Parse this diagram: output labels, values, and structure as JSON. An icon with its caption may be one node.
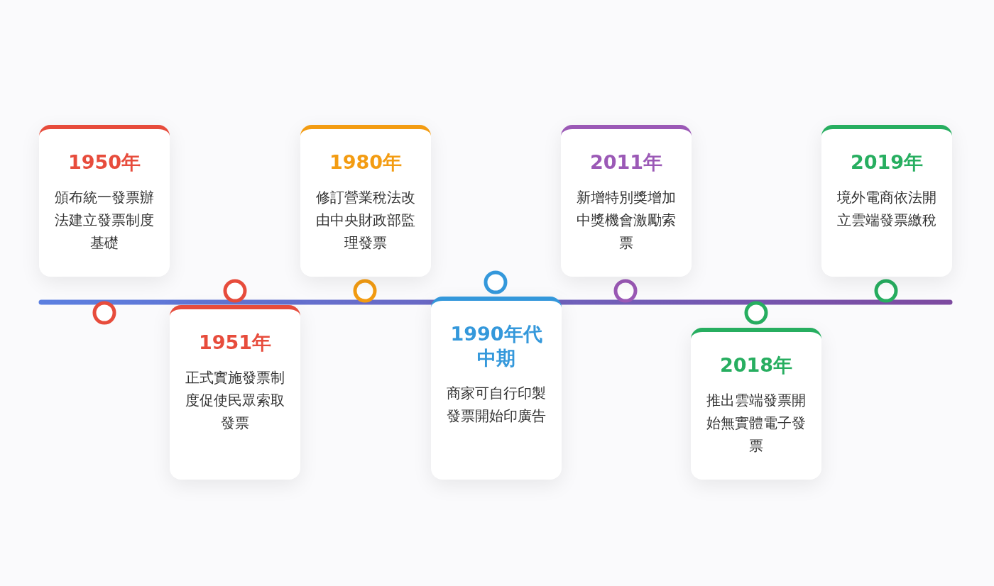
{
  "diagram": {
    "nodes": [
      {
        "text": [
          "1950年",
          "頒布統一發票辦法建立發票制度基礎"
        ]
      },
      {
        "text": [
          "1951年",
          "正式實施發票制度促使民眾索取發票"
        ]
      },
      {
        "text": [
          "1980年",
          "修訂營業稅法改由中央財政部監理發票"
        ]
      },
      {
        "text": [
          "1990年代中期",
          "商家可自行印製發票開始印廣告"
        ]
      },
      {
        "text": [
          "2011年",
          "新增特別獎增加中獎機會激勵索票"
        ]
      },
      {
        "text": [
          "2018年",
          "推出雲端發票開始無實體電子發票"
        ]
      },
      {
        "text": [
          "2019年",
          "境外電商依法開立雲端發票繳稅"
        ]
      }
    ]
  }
}
